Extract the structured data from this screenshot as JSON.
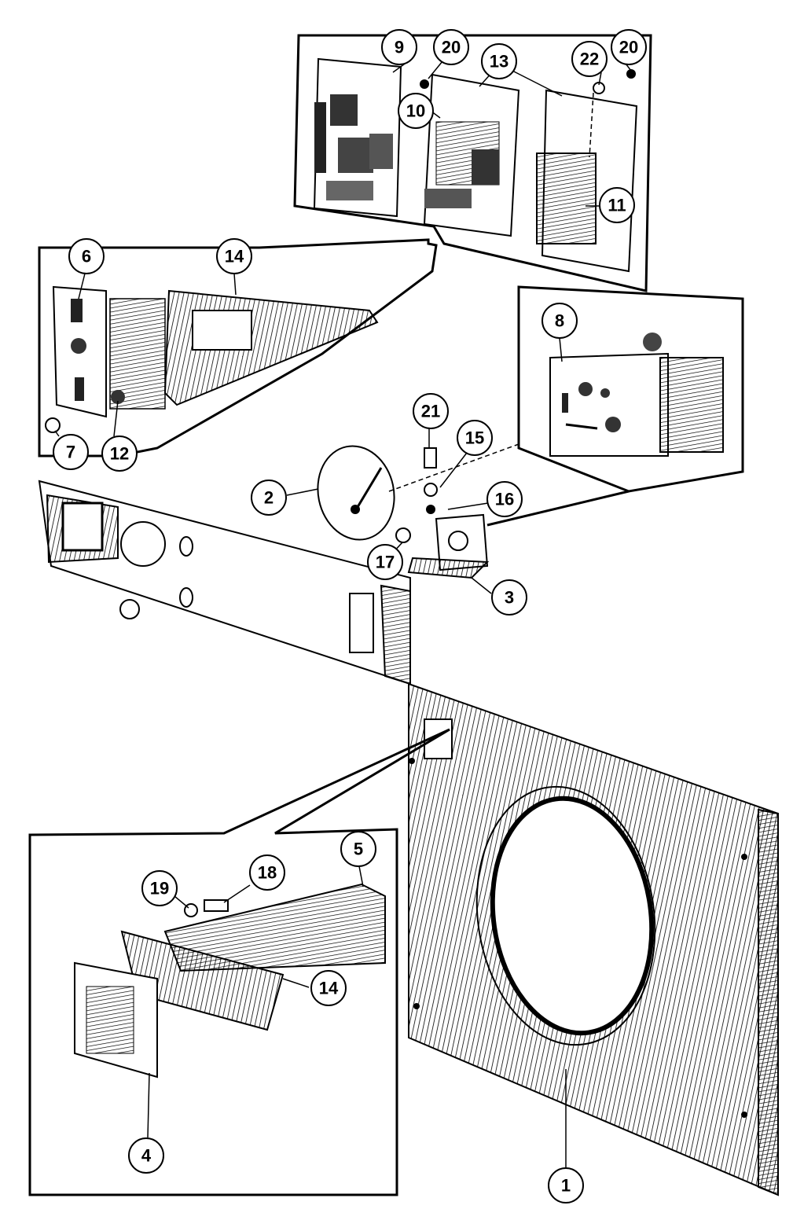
{
  "diagram": {
    "callouts": [
      {
        "id": "c1",
        "label": "1"
      },
      {
        "id": "c2",
        "label": "2"
      },
      {
        "id": "c3",
        "label": "3"
      },
      {
        "id": "c4",
        "label": "4"
      },
      {
        "id": "c5",
        "label": "5"
      },
      {
        "id": "c6",
        "label": "6"
      },
      {
        "id": "c7",
        "label": "7"
      },
      {
        "id": "c8",
        "label": "8"
      },
      {
        "id": "c9",
        "label": "9"
      },
      {
        "id": "c10",
        "label": "10"
      },
      {
        "id": "c11",
        "label": "11"
      },
      {
        "id": "c12",
        "label": "12"
      },
      {
        "id": "c13",
        "label": "13"
      },
      {
        "id": "c14a",
        "label": "14"
      },
      {
        "id": "c14b",
        "label": "14"
      },
      {
        "id": "c15",
        "label": "15"
      },
      {
        "id": "c16",
        "label": "16"
      },
      {
        "id": "c17",
        "label": "17"
      },
      {
        "id": "c18",
        "label": "18"
      },
      {
        "id": "c19",
        "label": "19"
      },
      {
        "id": "c20a",
        "label": "20"
      },
      {
        "id": "c20b",
        "label": "20"
      },
      {
        "id": "c21",
        "label": "21"
      },
      {
        "id": "c22",
        "label": "22"
      }
    ]
  }
}
